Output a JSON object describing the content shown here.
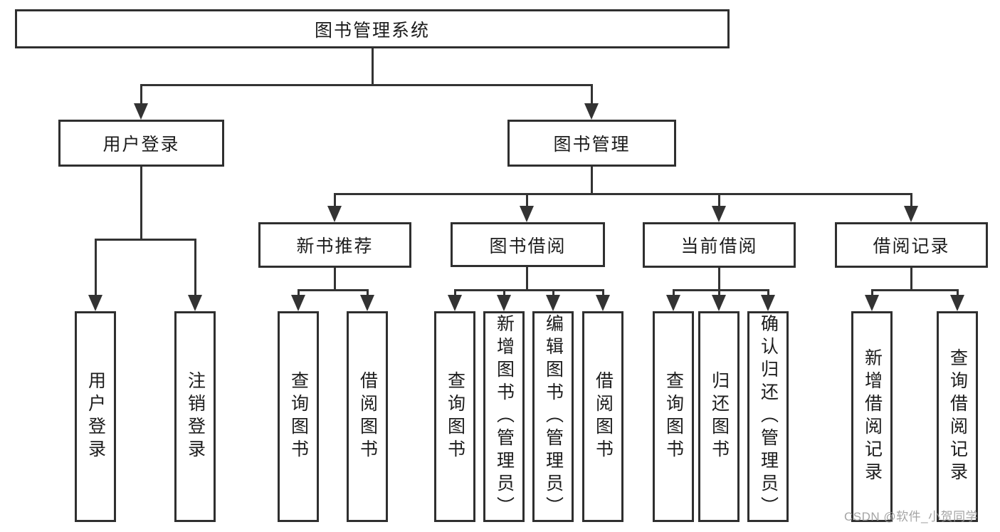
{
  "diagram": {
    "title": "图书管理系统",
    "nodes": {
      "root": {
        "label": "图书管理系统"
      },
      "userLogin": {
        "label": "用户登录"
      },
      "bookMgmt": {
        "label": "图书管理"
      },
      "newBookRec": {
        "label": "新书推荐"
      },
      "bookBorrow": {
        "label": "图书借阅"
      },
      "currentBorrow": {
        "label": "当前借阅"
      },
      "borrowRecords": {
        "label": "借阅记录"
      },
      "loginV": {
        "label": "用户登录"
      },
      "logoutV": {
        "label": "注销登录"
      },
      "recQuery": {
        "label": "查询图书"
      },
      "recBorrow": {
        "label": "借阅图书"
      },
      "bbQuery": {
        "label": "查询图书"
      },
      "bbAdd": {
        "label": "新增图书（管理员）"
      },
      "bbEdit": {
        "label": "编辑图书（管理员）"
      },
      "bbBorrow": {
        "label": "借阅图书"
      },
      "cbQuery": {
        "label": "查询图书"
      },
      "cbReturn": {
        "label": "归还图书"
      },
      "cbConfirm": {
        "label": "确认归还（管理员）"
      },
      "brAdd": {
        "label": "新增借阅记录"
      },
      "brQuery": {
        "label": "查询借阅记录"
      }
    },
    "structure": {
      "root": [
        "userLogin",
        "bookMgmt"
      ],
      "userLogin": [
        "loginV",
        "logoutV"
      ],
      "bookMgmt": [
        "newBookRec",
        "bookBorrow",
        "currentBorrow",
        "borrowRecords"
      ],
      "newBookRec": [
        "recQuery",
        "recBorrow"
      ],
      "bookBorrow": [
        "bbQuery",
        "bbAdd",
        "bbEdit",
        "bbBorrow"
      ],
      "currentBorrow": [
        "cbQuery",
        "cbReturn",
        "cbConfirm"
      ],
      "borrowRecords": [
        "brAdd",
        "brQuery"
      ]
    },
    "colors": {
      "background": "#ffffff",
      "line": "#333333",
      "box_border": "#2f2f2f",
      "box_fill": "#ffffff",
      "text": "#1c1c1c",
      "watermark": "#9b9b9b"
    }
  },
  "watermark": {
    "text": "CSDN @软件_小贺同学"
  }
}
